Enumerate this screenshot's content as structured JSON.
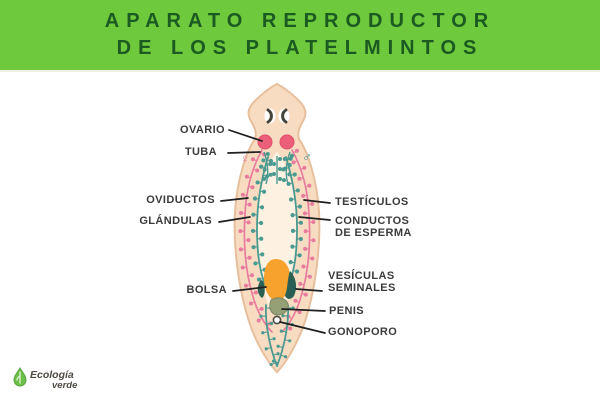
{
  "header": {
    "title_line1": "APARATO REPRODUCTOR",
    "title_line2": "DE LOS PLATELMINTOS"
  },
  "labels": {
    "ovario": "OVARIO",
    "tuba": "TUBA",
    "oviductos": "OVIDUCTOS",
    "glandulas": "GLÁNDULAS",
    "bolsa": "BOLSA",
    "testiculos": "TESTÍCULOS",
    "conductos_line1": "CONDUCTOS",
    "conductos_line2": "DE ESPERMA",
    "vesiculas_line1": "VESÍCULAS",
    "vesiculas_line2": "SEMINALES",
    "penis": "PENIS",
    "gonoporo": "GONOPORO"
  },
  "symbols": {
    "female": "♀",
    "male": "♂"
  },
  "logo": {
    "line1": "Ecología",
    "line2": "verde"
  },
  "colors": {
    "header_bg": "#6fc93d",
    "header_text": "#1b5a20",
    "label_text": "#3b3b3b",
    "body_fill": "#f8dcc2",
    "body_outline": "#e7bf9c",
    "inner_fill": "#fdf1e2",
    "female_pink": "#e77c9d",
    "ovary_red": "#ec5f78",
    "male_teal": "#4a9a91",
    "vesicle_dark_teal": "#2b5f54",
    "bolsa_orange": "#f6a22d",
    "penis_olive": "#96a077",
    "leader_line": "#1f1f1f"
  }
}
